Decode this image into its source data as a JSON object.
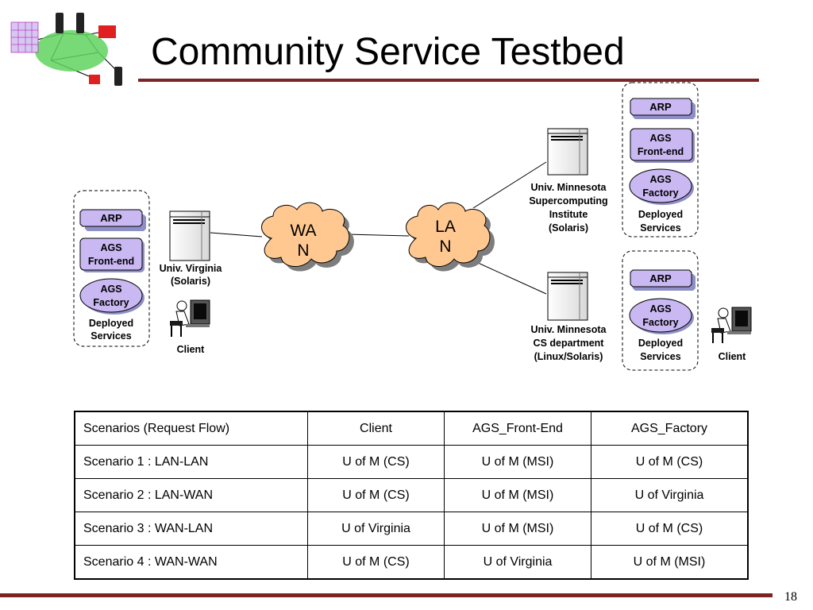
{
  "slide": {
    "title": "Community Service Testbed",
    "page_number": "18"
  },
  "left_group": {
    "arp": "ARP",
    "front_end_line1": "AGS",
    "front_end_line2": "Front-end",
    "factory_line1": "AGS",
    "factory_line2": "Factory",
    "caption_line1": "Deployed",
    "caption_line2": "Services"
  },
  "virginia": {
    "line1": "Univ. Virginia",
    "line2": "(Solaris)",
    "client": "Client"
  },
  "wan": {
    "line1": "WA",
    "line2": "N"
  },
  "lan": {
    "line1": "LA",
    "line2": "N"
  },
  "msi": {
    "line1": "Univ. Minnesota",
    "line2": "Supercomputing",
    "line3": "Institute",
    "line4": "(Solaris)"
  },
  "cs": {
    "line1": "Univ. Minnesota",
    "line2": "CS department",
    "line3": "(Linux/Solaris)"
  },
  "right_top_group": {
    "arp": "ARP",
    "front_end_line1": "AGS",
    "front_end_line2": "Front-end",
    "factory_line1": "AGS",
    "factory_line2": "Factory",
    "caption_line1": "Deployed",
    "caption_line2": "Services"
  },
  "right_bottom_group": {
    "arp": "ARP",
    "factory_line1": "AGS",
    "factory_line2": "Factory",
    "caption_line1": "Deployed",
    "caption_line2": "Services"
  },
  "right_client": "Client",
  "table": {
    "header": [
      "Scenarios (Request Flow)",
      "Client",
      "AGS_Front-End",
      "AGS_Factory"
    ],
    "rows": [
      [
        "Scenario  1 : LAN-LAN",
        "U of M (CS)",
        "U of M (MSI)",
        "U of M (CS)"
      ],
      [
        "Scenario  2 : LAN-WAN",
        "U of M (CS)",
        "U of M (MSI)",
        "U of Virginia"
      ],
      [
        "Scenario  3 : WAN-LAN",
        "U of Virginia",
        "U of M (MSI)",
        "U of M (CS)"
      ],
      [
        "Scenario 4 : WAN-WAN",
        "U of M (CS)",
        "U of Virginia",
        "U of M (MSI)"
      ]
    ]
  },
  "colors": {
    "accent_rule": "#7b2423",
    "pill_fill": "#c9b8f2",
    "pill_shadow": "#8f8fc7",
    "cloud_fill": "#ffc890",
    "cloud_shadow": "#7d7d7d"
  }
}
